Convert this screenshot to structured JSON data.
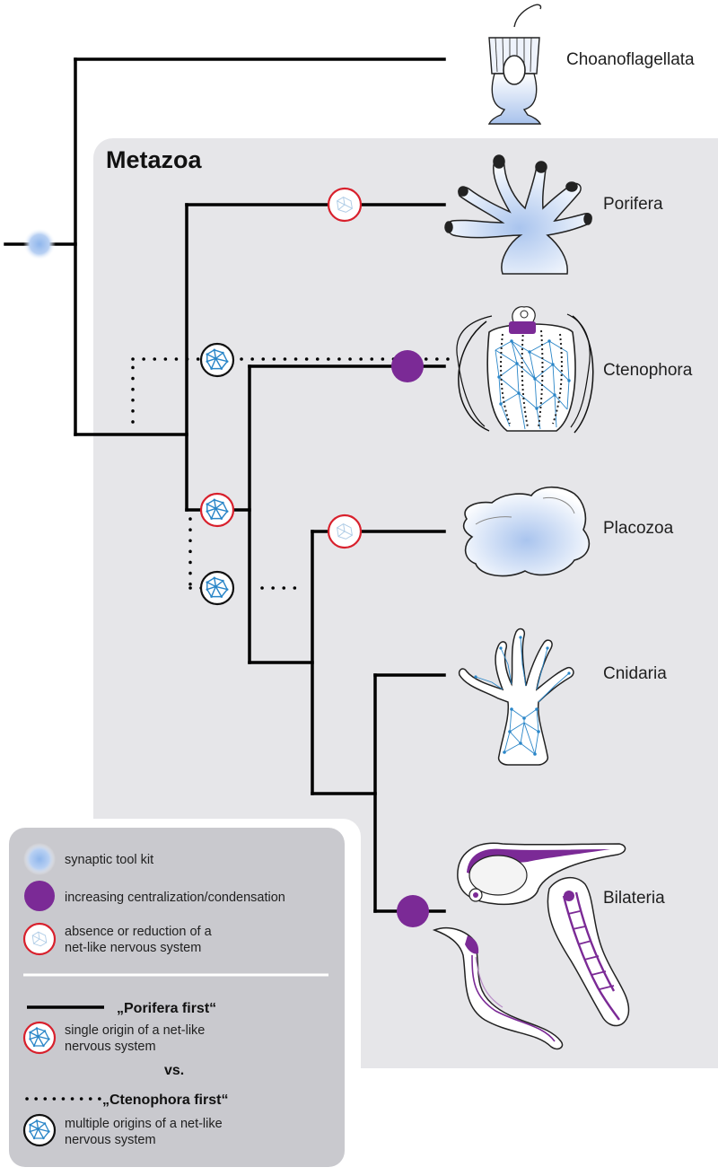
{
  "group_label": "Metazoa",
  "taxa": {
    "choanoflagellata": "Choanoflagellata",
    "porifera": "Porifera",
    "ctenophora": "Ctenophora",
    "placozoa": "Placozoa",
    "cnidaria": "Cnidaria",
    "bilateria": "Bilateria"
  },
  "legend": {
    "synaptic": "synaptic tool kit",
    "centralization": "increasing centralization/condensation",
    "absence_line1": "absence or reduction of a",
    "absence_line2": "net-like nervous system",
    "porifera_first": "„Porifera first“",
    "single_line1": "single origin of a net-like",
    "single_line2": "nervous system",
    "vs": "vs.",
    "ctenophora_first": "„Ctenophora first“",
    "multiple_line1": "multiple origins of a net-like",
    "multiple_line2": "nervous system"
  },
  "colors": {
    "purple": "#7b2a96",
    "red_ring": "#d8202c",
    "net_blue": "#2a86c8",
    "metazoa_panel": "#e6e6e9",
    "legend_panel": "#c9c9ce"
  }
}
